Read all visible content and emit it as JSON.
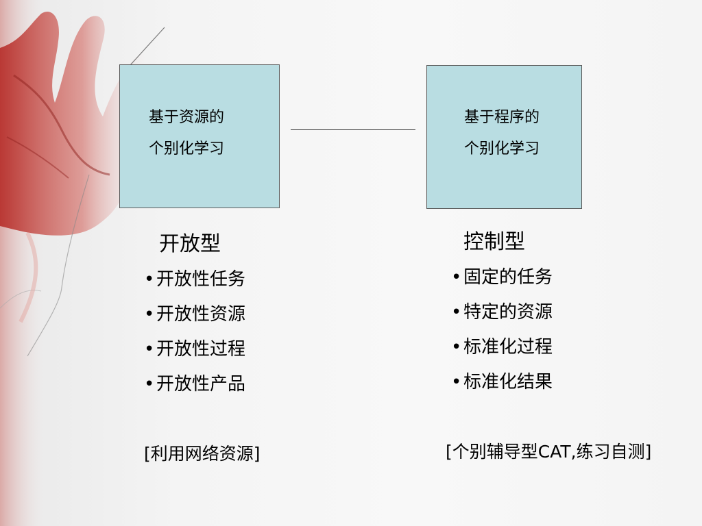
{
  "boxes": {
    "left": {
      "line1": "基于资源的",
      "line2": "个别化学习"
    },
    "right": {
      "line1": "基于程序的",
      "line2": "个别化学习"
    }
  },
  "left_column": {
    "heading": "开放型",
    "items": [
      "开放性任务",
      "开放性资源",
      "开放性过程",
      "开放性产品"
    ],
    "note": "[利用网络资源]"
  },
  "right_column": {
    "heading": "控制型",
    "items": [
      "固定的任务",
      "特定的资源",
      "标准化过程",
      "标准化结果"
    ],
    "note": "[个别辅导型CAT,练习自测]"
  },
  "bullet": "•",
  "colors": {
    "box_fill": "#b9dde2",
    "decor_red": "#b8332f"
  }
}
